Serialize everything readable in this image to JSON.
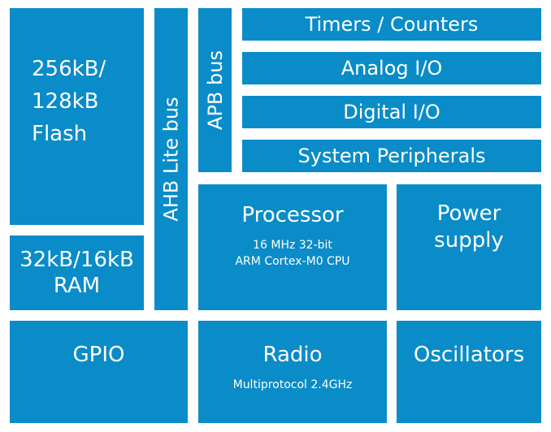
{
  "colors": {
    "block": "#0a8cc9",
    "text": "#ffffff",
    "background": "#ffffff"
  },
  "blocks": {
    "flash": {
      "lines": [
        "256kB/",
        "128kB",
        "Flash"
      ]
    },
    "ram": {
      "lines": [
        "32kB/16kB",
        "RAM"
      ]
    },
    "ahb_bus": {
      "label": "AHB Lite bus"
    },
    "apb_bus": {
      "label": "APB bus"
    },
    "timers": {
      "label": "Timers / Counters"
    },
    "analog": {
      "label": "Analog I/O"
    },
    "digital": {
      "label": "Digital I/O"
    },
    "system": {
      "label": "System Peripherals"
    },
    "processor": {
      "title": "Processor",
      "sub1": "16 MHz 32-bit",
      "sub2": "ARM Cortex-M0 CPU"
    },
    "power": {
      "line1": "Power",
      "line2": "supply"
    },
    "gpio": {
      "label": "GPIO"
    },
    "radio": {
      "title": "Radio",
      "sub": "Multiprotocol 2.4GHz"
    },
    "oscillators": {
      "label": "Oscillators"
    }
  }
}
